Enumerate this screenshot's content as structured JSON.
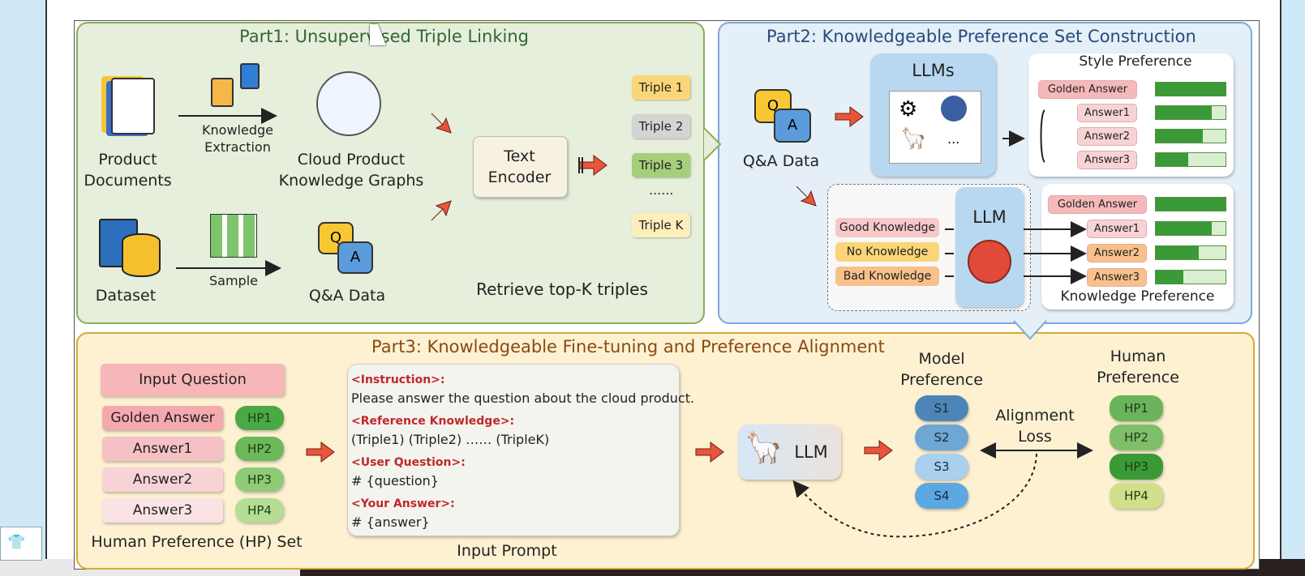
{
  "part1": {
    "title": "Part1: Unsupervised Triple Linking",
    "product_documents": "Product\nDocuments",
    "knowledge_extraction": "Knowledge\nExtraction",
    "cloud_kg": "Cloud Product\nKnowledge Graphs",
    "dataset": "Dataset",
    "sample": "Sample",
    "qa_data": "Q&A Data",
    "text_encoder": "Text\nEncoder",
    "triples": [
      "Triple 1",
      "Triple 2",
      "Triple 3",
      "Triple K"
    ],
    "ellipsis": "......",
    "retrieve": "Retrieve top-K triples"
  },
  "part2": {
    "title": "Part2: Knowledgeable Preference Set Construction",
    "qa_data": "Q&A Data",
    "llms_title": "LLMs",
    "llms_more": "...",
    "style_title": "Style Preference",
    "style_rows": [
      {
        "label": "Golden Answer",
        "fill": 1.0
      },
      {
        "label": "Answer1",
        "fill": 0.8
      },
      {
        "label": "Answer2",
        "fill": 0.68
      },
      {
        "label": "Answer3",
        "fill": 0.47
      }
    ],
    "knowledge_inputs": [
      "Good Knowledge",
      "No Knowledge",
      "Bad Knowledge"
    ],
    "llm_label": "LLM",
    "knowledge_rows": [
      {
        "label": "Golden Answer",
        "fill": 1.0
      },
      {
        "label": "Answer1",
        "fill": 0.8
      },
      {
        "label": "Answer2",
        "fill": 0.62
      },
      {
        "label": "Answer3",
        "fill": 0.4
      }
    ],
    "knowledge_title": "Knowledge Preference"
  },
  "part3": {
    "title": "Part3: Knowledgeable Fine-tuning and  Preference Alignment",
    "input_question": "Input Question",
    "answers": [
      "Golden Answer",
      "Answer1",
      "Answer2",
      "Answer3"
    ],
    "hp": [
      "HP1",
      "HP2",
      "HP3",
      "HP4"
    ],
    "hp_set": "Human Preference (HP) Set",
    "prompt": {
      "instruction_h": "<Instruction>:",
      "instruction": "Please answer the question about the cloud product.",
      "reference_h": "<Reference Knowledge>:",
      "reference": "(Triple1) (Triple2) …… (TripleK)",
      "user_h": "<User Question>:",
      "user": "# {question}",
      "answer_h": "<Your Answer>:",
      "answer": "# {answer}"
    },
    "input_prompt": "Input Prompt",
    "llm": "LLM",
    "model_pref": "Model\nPreference",
    "s": [
      "S1",
      "S2",
      "S3",
      "S4"
    ],
    "alignment_loss": "Alignment\nLoss",
    "human_pref": "Human\nPreference",
    "human_hp": [
      "HP1",
      "HP2",
      "HP3",
      "HP4"
    ]
  },
  "colors": {
    "part1_bg": "#e5efdb",
    "part2_bg": "#e4eff8",
    "part3_bg": "#fdf1d2",
    "arrow_red": "#e8553c"
  }
}
